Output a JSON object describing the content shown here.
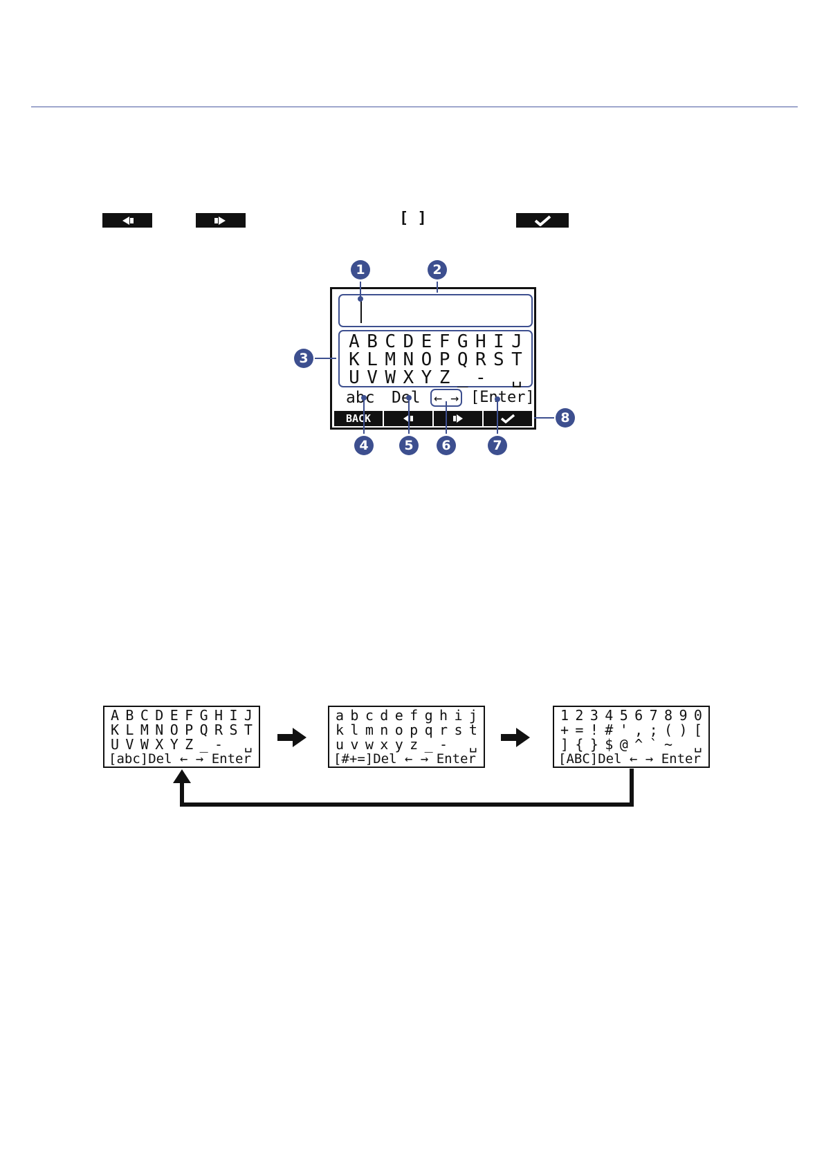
{
  "instruction_buttons": {
    "left": "◀",
    "right": "▶",
    "bracket": "[ ]",
    "confirm": "✔"
  },
  "main_screen": {
    "rows": [
      [
        "A",
        "B",
        "C",
        "D",
        "E",
        "F",
        "G",
        "H",
        "I",
        "J"
      ],
      [
        "K",
        "L",
        "M",
        "N",
        "O",
        "P",
        "Q",
        "R",
        "S",
        "T"
      ],
      [
        "U",
        "V",
        "W",
        "X",
        "Y",
        "Z",
        "_",
        "-",
        "",
        "␣"
      ]
    ],
    "bottom": {
      "mode": "abc",
      "del": "Del",
      "arrows": "← →",
      "enter": "[Enter]"
    },
    "softkeys": [
      "BACK",
      "◀",
      "▶",
      "✔"
    ]
  },
  "callouts": [
    "1",
    "2",
    "3",
    "4",
    "5",
    "6",
    "7",
    "8"
  ],
  "mode_screens": [
    {
      "rows": [
        [
          "A",
          "B",
          "C",
          "D",
          "E",
          "F",
          "G",
          "H",
          "I",
          "J"
        ],
        [
          "K",
          "L",
          "M",
          "N",
          "O",
          "P",
          "Q",
          "R",
          "S",
          "T"
        ],
        [
          "U",
          "V",
          "W",
          "X",
          "Y",
          "Z",
          "_",
          "-",
          "",
          "␣"
        ]
      ],
      "bottom": "[abc]Del ← → Enter"
    },
    {
      "rows": [
        [
          "a",
          "b",
          "c",
          "d",
          "e",
          "f",
          "g",
          "h",
          "i",
          "j"
        ],
        [
          "k",
          "l",
          "m",
          "n",
          "o",
          "p",
          "q",
          "r",
          "s",
          "t"
        ],
        [
          "u",
          "v",
          "w",
          "x",
          "y",
          "z",
          "_",
          "-",
          "",
          "␣"
        ]
      ],
      "bottom": "[#+=]Del ← → Enter"
    },
    {
      "rows": [
        [
          "1",
          "2",
          "3",
          "4",
          "5",
          "6",
          "7",
          "8",
          "9",
          "0"
        ],
        [
          "+",
          "=",
          "!",
          "#",
          "'",
          ",",
          ";",
          "(",
          ")",
          "["
        ],
        [
          "]",
          "{",
          "}",
          "$",
          "@",
          "^",
          "`",
          "~",
          "",
          "␣"
        ]
      ],
      "bottom": "[ABC]Del ← → Enter"
    }
  ]
}
